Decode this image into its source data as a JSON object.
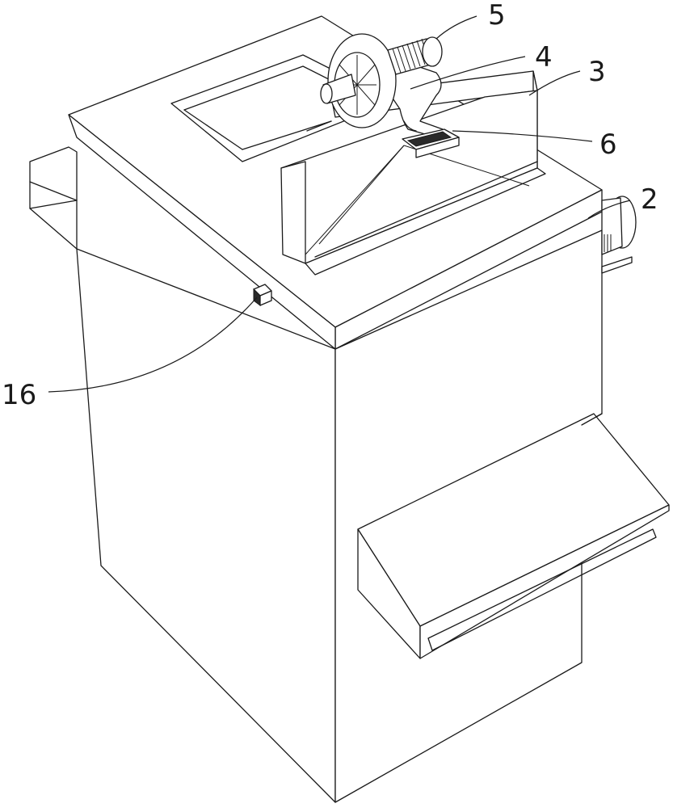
{
  "figure": {
    "callouts": {
      "c5": "5",
      "c4": "4",
      "c3": "3",
      "c6": "6",
      "c2": "2",
      "c16": "16"
    }
  }
}
